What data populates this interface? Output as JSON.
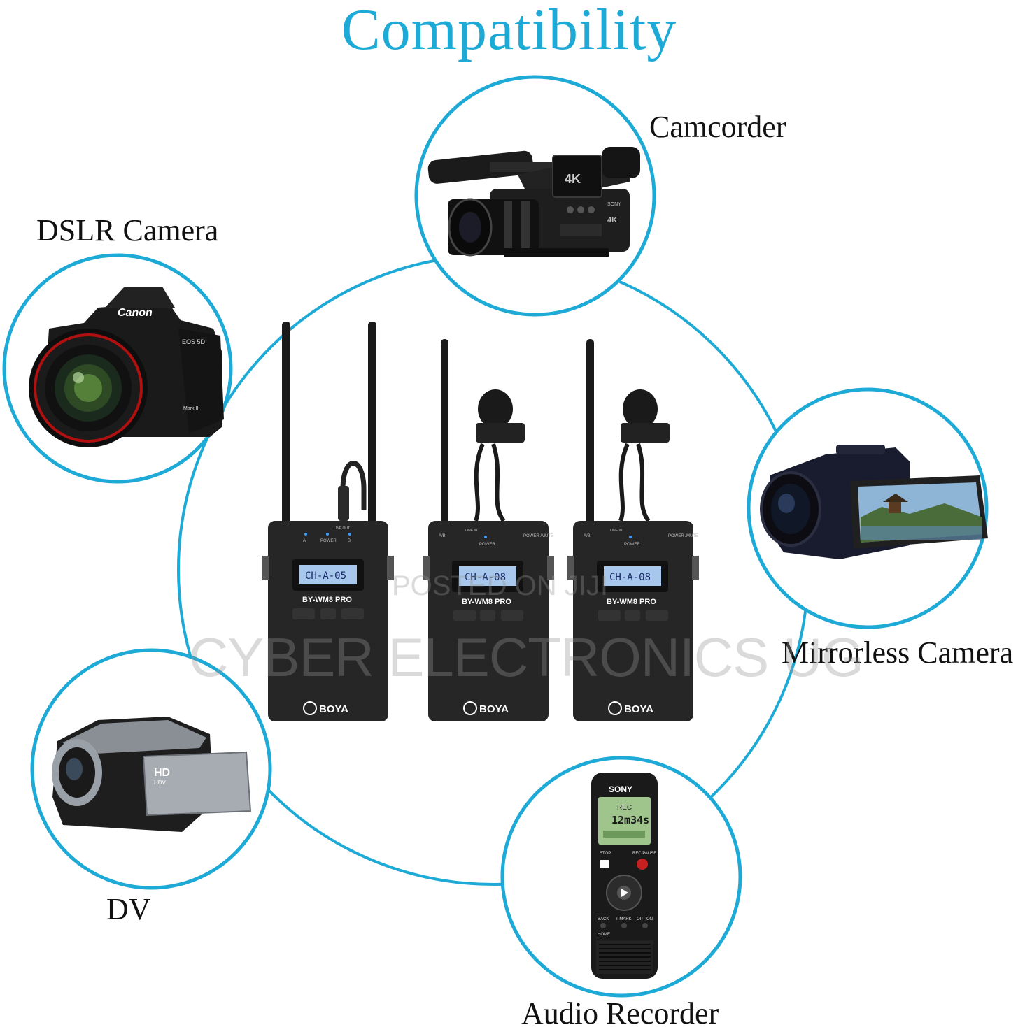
{
  "title": "Compatibility",
  "accent_color": "#1eaad6",
  "devices": [
    {
      "label": "Camcorder",
      "icon": "camcorder-icon"
    },
    {
      "label": "DSLR Camera",
      "icon": "dslr-camera-icon"
    },
    {
      "label": "Mirrorless Camera",
      "icon": "handycam-icon"
    },
    {
      "label": "DV",
      "icon": "dv-camcorder-icon"
    },
    {
      "label": "Audio Recorder",
      "icon": "audio-recorder-icon"
    }
  ],
  "product": {
    "model": "BY-WM8 PRO",
    "brand": "BOYA",
    "units": [
      {
        "screen": "CH-A-05",
        "role": "receiver"
      },
      {
        "screen": "CH-A-08",
        "role": "transmitter"
      },
      {
        "screen": "CH-A-08",
        "role": "transmitter"
      }
    ],
    "receiver_labels": {
      "a": "A",
      "power": "POWER",
      "b": "B",
      "line_out": "LINE OUT"
    },
    "transmitter_labels": {
      "ab": "A/B",
      "line_in": "LINE IN",
      "power": "POWER",
      "power_mute": "POWER /MUTE"
    }
  },
  "camera_marks": {
    "dslr_brand": "Canon",
    "dslr_model": "EOS 5D",
    "dslr_mark": "Mark III",
    "camcorder_badge": "4K",
    "camcorder_brand": "SONY",
    "dv_badge": "HD",
    "dv_sub": "HDV",
    "recorder_brand": "SONY",
    "recorder_status": "REC",
    "recorder_time": "12m34s",
    "recorder_stop": "STOP",
    "recorder_rec": "REC/PAUSE",
    "recorder_back": "BACK",
    "recorder_tmark": "T-MARK",
    "recorder_option": "OPTION",
    "recorder_home": "HOME"
  },
  "watermarks": {
    "main": "CYBER ELECTRONICS UG",
    "small": "POSTED ON JIJI"
  }
}
